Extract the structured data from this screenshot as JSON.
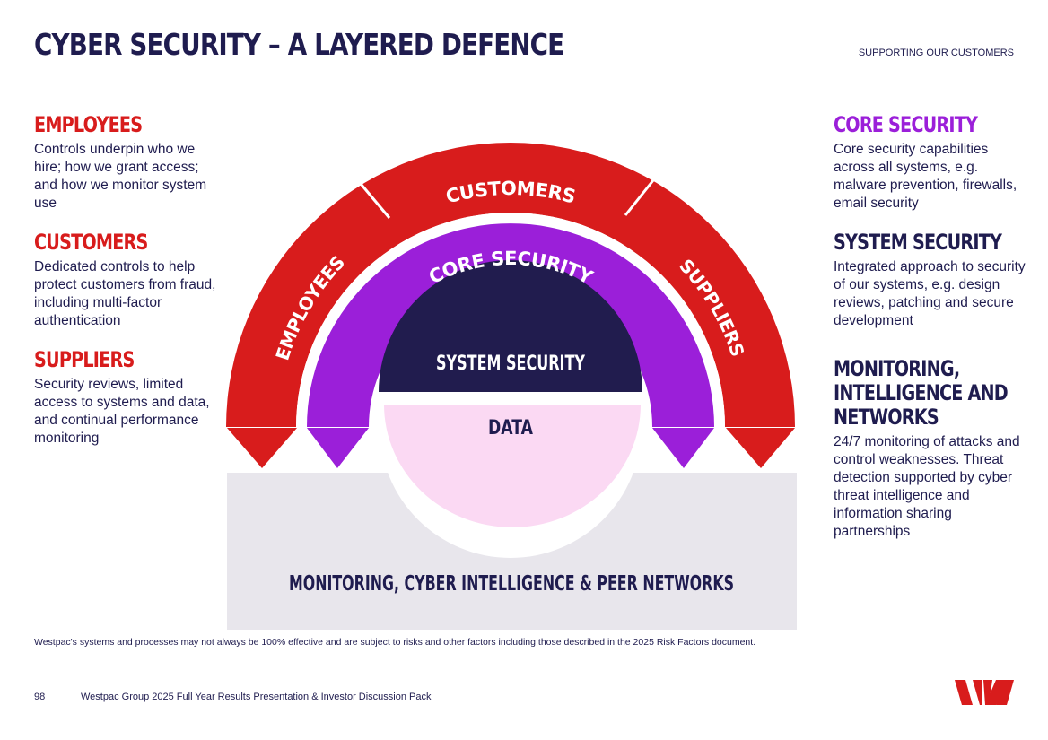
{
  "header": {
    "title": "CYBER SECURITY – A LAYERED DEFENCE",
    "section": "SUPPORTING OUR CUSTOMERS"
  },
  "left_blocks": [
    {
      "heading": "EMPLOYEES",
      "text": "Controls underpin who we hire; how we grant access; and how we monitor system use"
    },
    {
      "heading": "CUSTOMERS",
      "text": "Dedicated controls to help protect customers from fraud, including multi-factor authentication"
    },
    {
      "heading": "SUPPLIERS",
      "text": "Security reviews, limited access to systems and data, and continual performance monitoring"
    }
  ],
  "right_blocks": [
    {
      "heading": "CORE SECURITY",
      "text": "Core security capabilities across all systems, e.g. malware prevention, firewalls, email security"
    },
    {
      "heading": "SYSTEM SECURITY",
      "text": "Integrated approach to security of our systems, e.g. design reviews, patching and secure development"
    },
    {
      "heading": "MONITORING, INTELLIGENCE AND NETWORKS",
      "text": "24/7 monitoring of attacks and control weaknesses. Threat detection supported by cyber threat intelligence and information sharing partnerships"
    }
  ],
  "diagram": {
    "outer_ring": [
      "EMPLOYEES",
      "CUSTOMERS",
      "SUPPLIERS"
    ],
    "middle_ring": "CORE SECURITY",
    "inner_top": "SYSTEM SECURITY",
    "inner_bottom": "DATA",
    "base": "MONITORING, CYBER INTELLIGENCE & PEER NETWORKS"
  },
  "colors": {
    "red": "#d81c1c",
    "purple": "#9b1fd9",
    "navy": "#1f1c4f",
    "pink": "#fbd9f3",
    "base_grey": "#e8e6ec"
  },
  "footer": {
    "disclaimer": "Westpac's systems and processes may not always be 100% effective and are subject to risks and other factors including those described in the 2025 Risk Factors document.",
    "page_number": "98",
    "document": "Westpac Group 2025 Full Year Results Presentation & Investor Discussion Pack"
  }
}
